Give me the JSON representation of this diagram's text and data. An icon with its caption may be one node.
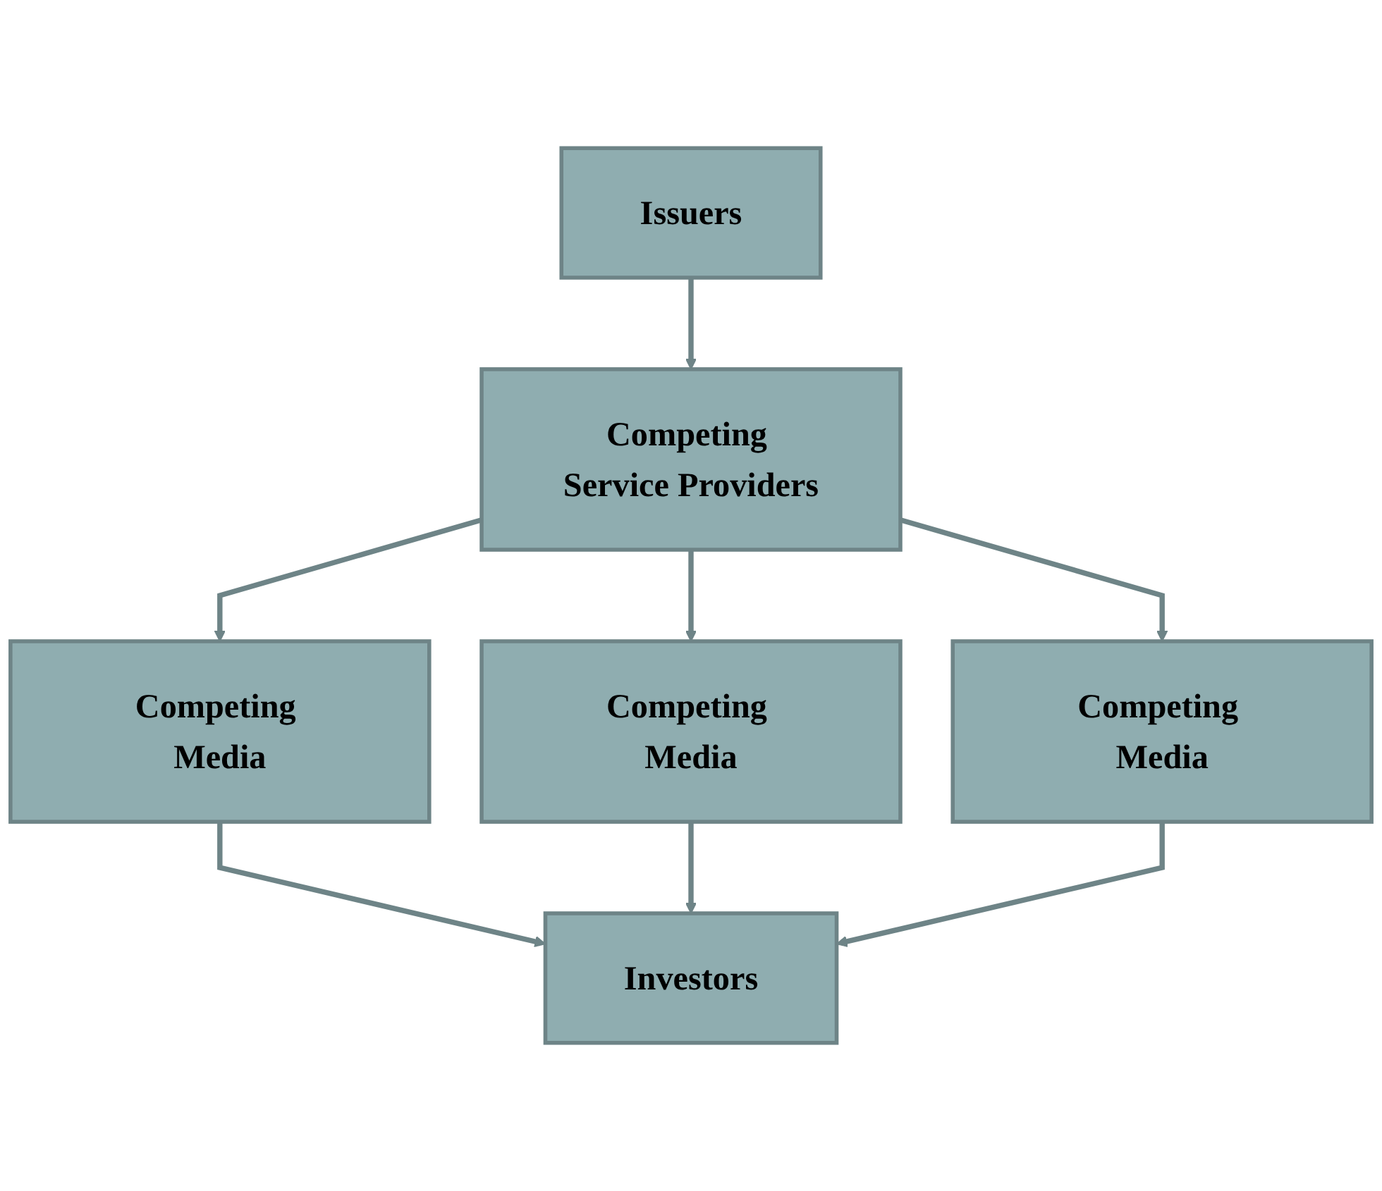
{
  "diagram": {
    "nodes": [
      {
        "text": [
          "Issuers"
        ]
      },
      {
        "text": [
          "Competing Service Providers"
        ]
      },
      {
        "text": [
          "Competing Media"
        ]
      },
      {
        "text": [
          "Competing Media"
        ]
      },
      {
        "text": [
          "Competing Media"
        ]
      },
      {
        "text": [
          "Investors"
        ]
      }
    ],
    "edges": [
      {
        "from": 0,
        "to": 1,
        "arrow": "to"
      },
      {
        "from": 1,
        "to": 2,
        "arrow": "to"
      },
      {
        "from": 1,
        "to": 3,
        "arrow": "to"
      },
      {
        "from": 1,
        "to": 4,
        "arrow": "to"
      },
      {
        "from": 2,
        "to": 5,
        "arrow": "to"
      },
      {
        "from": 3,
        "to": 5,
        "arrow": "to"
      },
      {
        "from": 4,
        "to": 5,
        "arrow": "to"
      }
    ]
  }
}
